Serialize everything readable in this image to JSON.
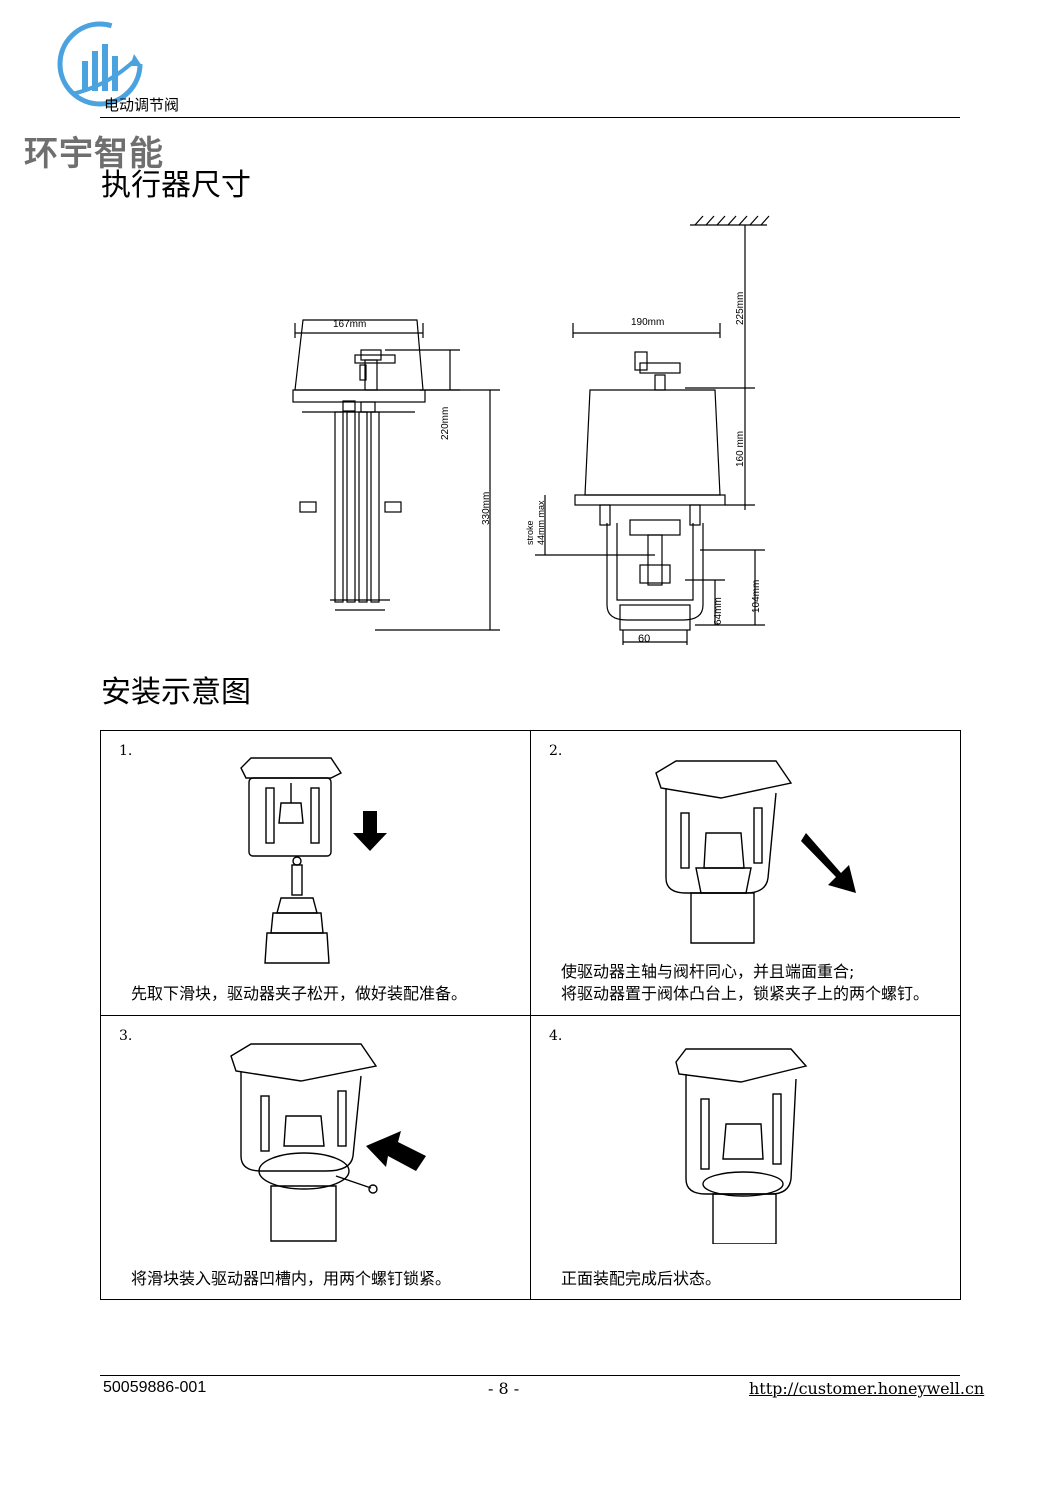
{
  "logo": {
    "company_name": "环宇智能",
    "icon": "bar-chart-arrow-logo",
    "colors": {
      "ring": "#4aa3df",
      "text": "#707070"
    }
  },
  "header": {
    "product": "电动调节阀"
  },
  "sections": {
    "dimensions_title": "执行器尺寸",
    "install_title": "安装示意图"
  },
  "dimensions": {
    "width_left": "167mm",
    "height_220": "220mm",
    "height_330": "330mm",
    "width_right": "190mm",
    "clearance_225": "225mm",
    "height_160": "160 mm",
    "stroke": "stroke",
    "stroke_max": "44mm max",
    "h64": "64mm",
    "h104": "104mm",
    "w60": "60"
  },
  "steps": [
    {
      "num": "1.",
      "lines": [
        "先取下滑块，驱动器夹子松开，做好装配准备。"
      ]
    },
    {
      "num": "2.",
      "lines": [
        "使驱动器主轴与阀杆同心，并且端面重合;",
        "将驱动器置于阀体凸台上，锁紧夹子上的两个螺钉。"
      ]
    },
    {
      "num": "3.",
      "lines": [
        "将滑块装入驱动器凹槽内，用两个螺钉锁紧。"
      ]
    },
    {
      "num": "4.",
      "lines": [
        "正面装配完成后状态。"
      ]
    }
  ],
  "footer": {
    "doc_number": "50059886-001",
    "page": "- 8 -",
    "url": "http://customer.honeywell.cn"
  }
}
